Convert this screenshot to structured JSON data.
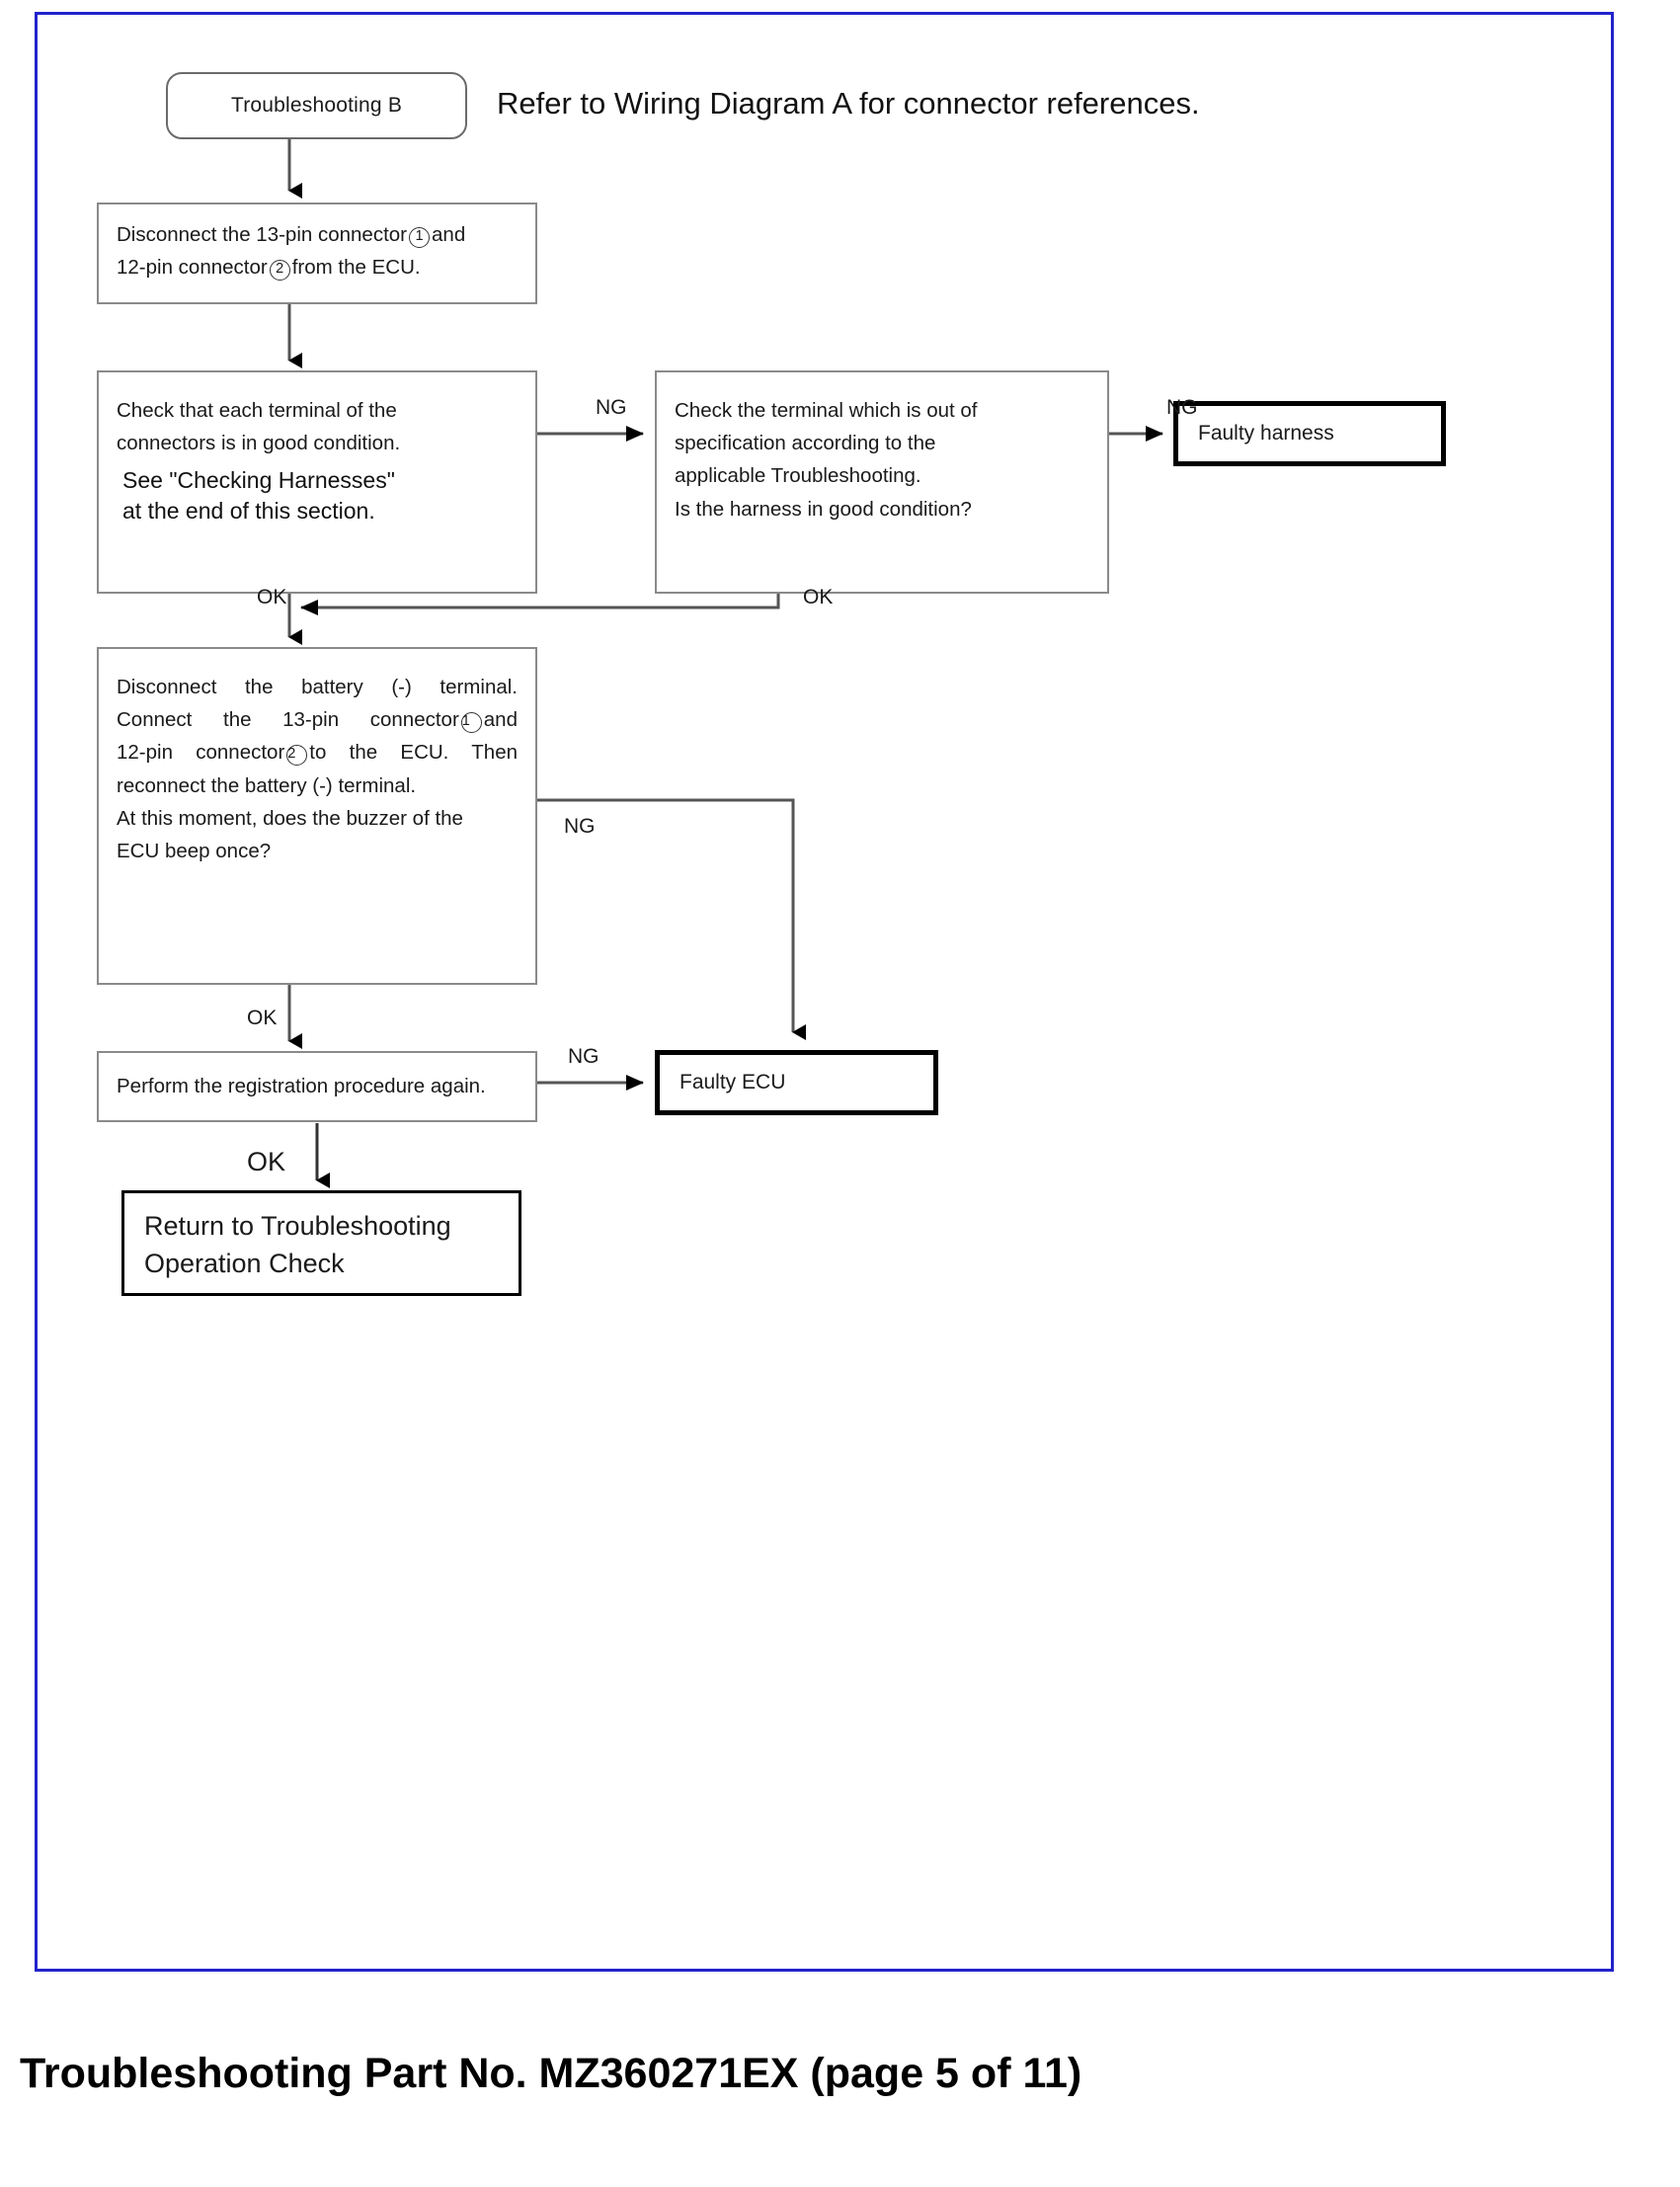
{
  "page": {
    "border_color": "#2222cc",
    "footer_caption": "Troubleshooting Part No. MZ360271EX (page 5 of 11)"
  },
  "header": {
    "note": "Refer to Wiring Diagram A for connector references."
  },
  "flowchart": {
    "type": "flowchart",
    "nodes": {
      "start": {
        "shape": "terminator",
        "label": "Troubleshooting B"
      },
      "disconnect_connectors": {
        "shape": "process",
        "lines": [
          "Disconnect the 13-pin connector ① and",
          "12-pin connector ② from the ECU."
        ],
        "line1_a": "Disconnect the 13-pin connector",
        "line1_circle": "1",
        "line1_b": "and",
        "line2_a": "12-pin connector",
        "line2_circle": "2",
        "line2_b": "from the ECU."
      },
      "check_terminals": {
        "shape": "process",
        "line1": "Check that each terminal of the",
        "line2": "connectors is in good condition.",
        "line3": "See \"Checking Harnesses\"",
        "line4": "at the end of this section."
      },
      "check_out_of_spec": {
        "shape": "process",
        "line1": "Check the terminal which is out of",
        "line2": "specification according to the",
        "line3": "applicable Troubleshooting.",
        "line4": "Is the harness in good condition?"
      },
      "faulty_harness": {
        "shape": "result",
        "label": "Faulty harness"
      },
      "reconnect_and_beep": {
        "shape": "process",
        "line1": "Disconnect the battery (-) terminal.",
        "line2_a": "Connect the 13-pin connector",
        "line2_circle": "1",
        "line2_b": "and",
        "line3_a": "12-pin connector",
        "line3_circle": "2",
        "line3_b": "to the ECU. Then",
        "line4": "reconnect the battery (-) terminal.",
        "line5": "At this moment, does the buzzer of the",
        "line6": "ECU beep once?"
      },
      "registration_again": {
        "shape": "process",
        "label": "Perform the registration procedure again."
      },
      "faulty_ecu": {
        "shape": "result",
        "label": "Faulty ECU"
      },
      "return_operation_check": {
        "shape": "returnbox",
        "line1": "Return to Troubleshooting",
        "line2": "Operation Check"
      }
    },
    "edge_labels": {
      "check_terminals_ng": "NG",
      "check_terminals_ok": "OK",
      "out_of_spec_ng": "NG",
      "out_of_spec_ok": "OK",
      "beep_ng": "NG",
      "beep_ok": "OK",
      "registration_ng": "NG",
      "registration_ok": "OK"
    }
  }
}
